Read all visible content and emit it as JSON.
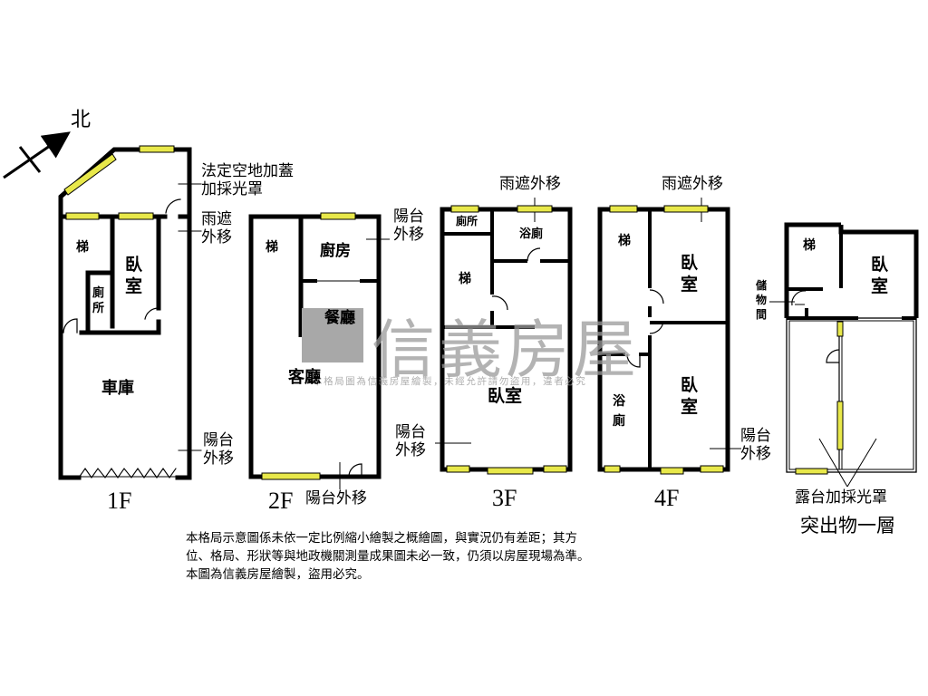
{
  "compass": {
    "label": "北"
  },
  "watermark": {
    "brand": "信義房屋",
    "text": "本格局圖為信義房屋繪製，未經允許請勿盜用，違者必究",
    "color": "#9a9a9a"
  },
  "colors": {
    "wall": "#000000",
    "window": "#e8e84a",
    "watermark": "#9a9a9a"
  },
  "floors": {
    "f1": {
      "label": "1F",
      "rooms": {
        "stair": "梯",
        "bedroom": "臥室",
        "toilet": "廁所",
        "garage": "車庫"
      },
      "annotations": {
        "legal_space": "法定空地加蓋加採光罩",
        "canopy": "雨遮外移",
        "balcony": "陽台外移"
      }
    },
    "f2": {
      "label": "2F",
      "rooms": {
        "stair": "梯",
        "kitchen": "廚房",
        "dining": "餐廳",
        "living": "客廳"
      },
      "annotations": {
        "balcony_top": "陽台外移",
        "balcony_bottom": "陽台外移"
      }
    },
    "f3": {
      "label": "3F",
      "rooms": {
        "toilet": "廁所",
        "bath": "浴廁",
        "stair": "梯",
        "bedroom": "臥室"
      },
      "annotations": {
        "canopy": "雨遮外移",
        "balcony": "陽台外移"
      }
    },
    "f4": {
      "label": "4F",
      "rooms": {
        "stair": "梯",
        "bedroom_top": "臥室",
        "bath": "浴廁",
        "bedroom_bottom": "臥室"
      },
      "annotations": {
        "canopy": "雨遮外移",
        "balcony": "陽台外移"
      }
    },
    "roof": {
      "label": "突出物一層",
      "rooms": {
        "stair": "梯",
        "bedroom": "臥室",
        "storage": "儲物間"
      },
      "annotations": {
        "terrace": "露台加採光罩"
      }
    }
  },
  "disclaimer": {
    "line1": "本格局示意圖係未依一定比例縮小繪製之概繪圖，與實況仍有差距；其方",
    "line2": "位、格局、形狀等與地政機關測量成果圖未必一致，仍須以房屋現場為準。",
    "line3": "本圖為信義房屋繪製，盜用必究。"
  }
}
